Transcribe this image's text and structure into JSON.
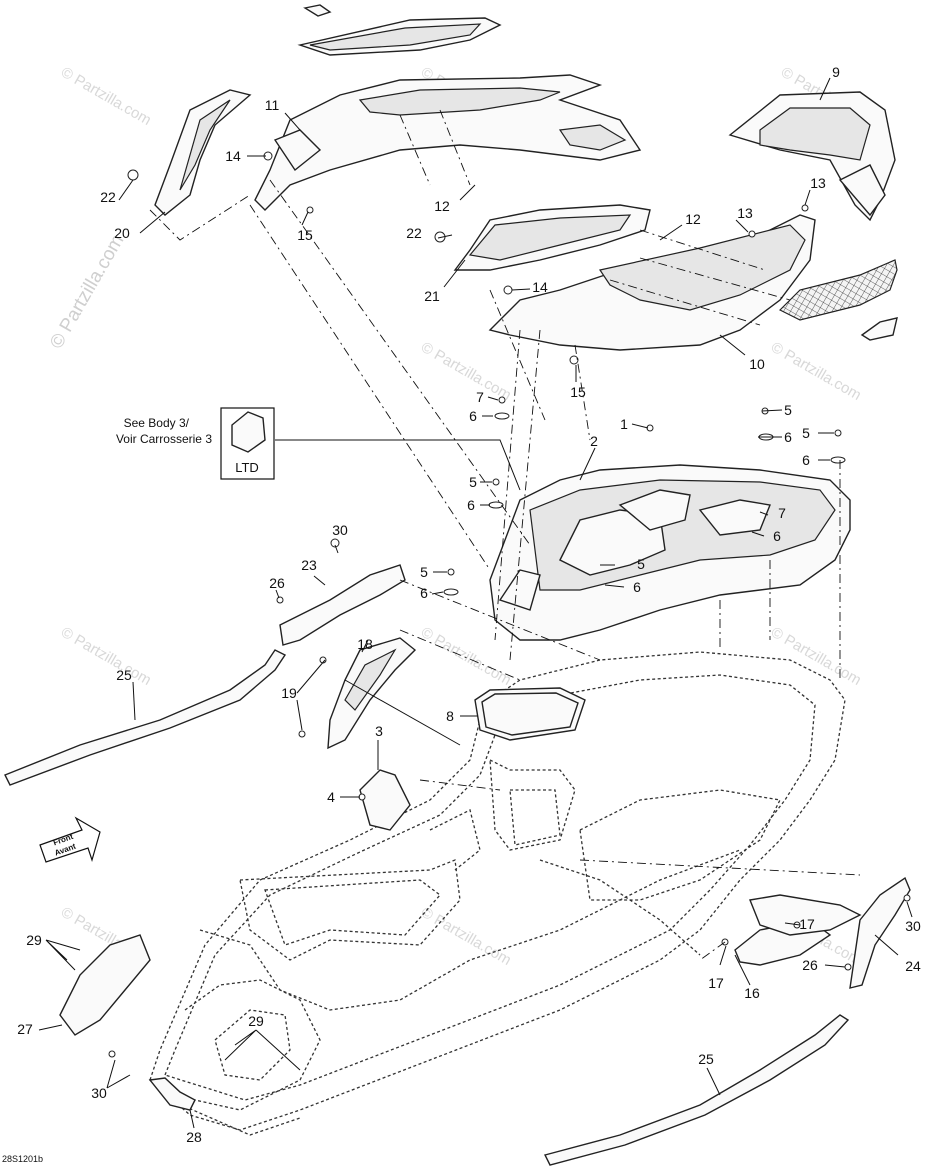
{
  "watermark": {
    "main": "© Partzilla.com",
    "repeat": "© Partzilla.com"
  },
  "callout_box": {
    "line1": "See Body 3/",
    "line2": "Voir Carrosserie 3",
    "badge": "LTD"
  },
  "front_arrow": {
    "line1": "Front",
    "line2": "Avant"
  },
  "drawing_code": "28S1201b",
  "labels": {
    "l1": "1",
    "l2": "2",
    "l3": "3",
    "l4": "4",
    "l5a": "5",
    "l5b": "5",
    "l5c": "5",
    "l5d": "5",
    "l5e": "5",
    "l6a": "6",
    "l6b": "6",
    "l6c": "6",
    "l6d": "6",
    "l6e": "6",
    "l6f": "6",
    "l6g": "6",
    "l7a": "7",
    "l7b": "7",
    "l8": "8",
    "l9": "9",
    "l10": "10",
    "l11": "11",
    "l12a": "12",
    "l12b": "12",
    "l13a": "13",
    "l13b": "13",
    "l14a": "14",
    "l14b": "14",
    "l15a": "15",
    "l15b": "15",
    "l16": "16",
    "l17a": "17",
    "l17b": "17",
    "l18": "18",
    "l19": "19",
    "l20": "20",
    "l21": "21",
    "l22a": "22",
    "l22b": "22",
    "l23": "23",
    "l24": "24",
    "l25a": "25",
    "l25b": "25",
    "l26a": "26",
    "l26b": "26",
    "l27": "27",
    "l28": "28",
    "l29a": "29",
    "l29b": "29",
    "l30a": "30",
    "l30b": "30",
    "l30c": "30"
  }
}
